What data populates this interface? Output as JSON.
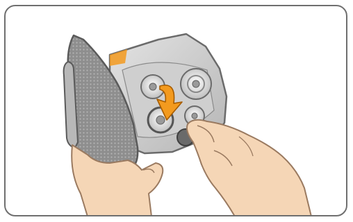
{
  "illustration": {
    "depicts": [
      "hand-holding-device",
      "shaver-head-cassette",
      "rotation-arrow",
      "cutter-wheels",
      "hand-turning-wheel"
    ],
    "colors": {
      "frame_border": "#6f6f6f",
      "device_body": "#c9c9c9",
      "device_outline": "#6b6b6b",
      "mesh_pad": "#8c8c8c",
      "accent_arrow": "#f39a1e",
      "skin": "#f5d6b6",
      "skin_outline": "#9a7a60",
      "wheel_dark": "#555555"
    }
  }
}
